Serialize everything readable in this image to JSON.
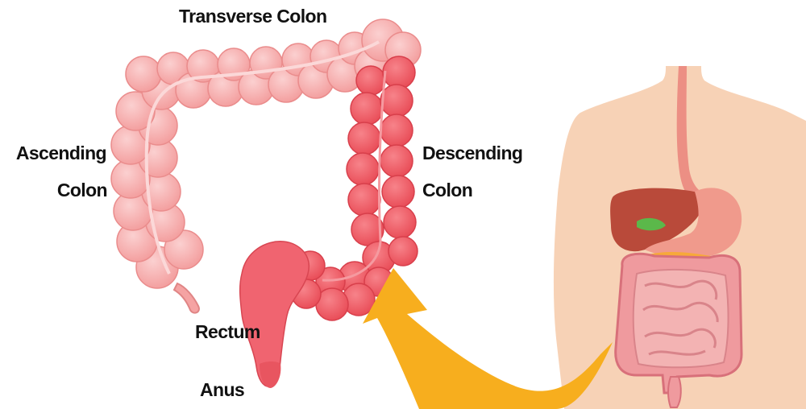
{
  "labels": {
    "transverse_colon": "Transverse Colon",
    "ascending_colon": [
      "Ascending",
      "Colon"
    ],
    "descending_colon": [
      "Descending",
      "Colon"
    ],
    "rectum": "Rectum",
    "anus": "Anus"
  },
  "colors": {
    "ascending_transverse": "#f5a3a3",
    "descending": "#ee5a64",
    "rectum": "#f06470",
    "arrow": "#f7ae1e",
    "skin": "#f7d2b6",
    "liver": "#b94a3a",
    "stomach": "#f09a8c",
    "small_intestine": "#ef9a9e",
    "gallbladder": "#5bb84a",
    "pancreas": "#f7a93a"
  }
}
